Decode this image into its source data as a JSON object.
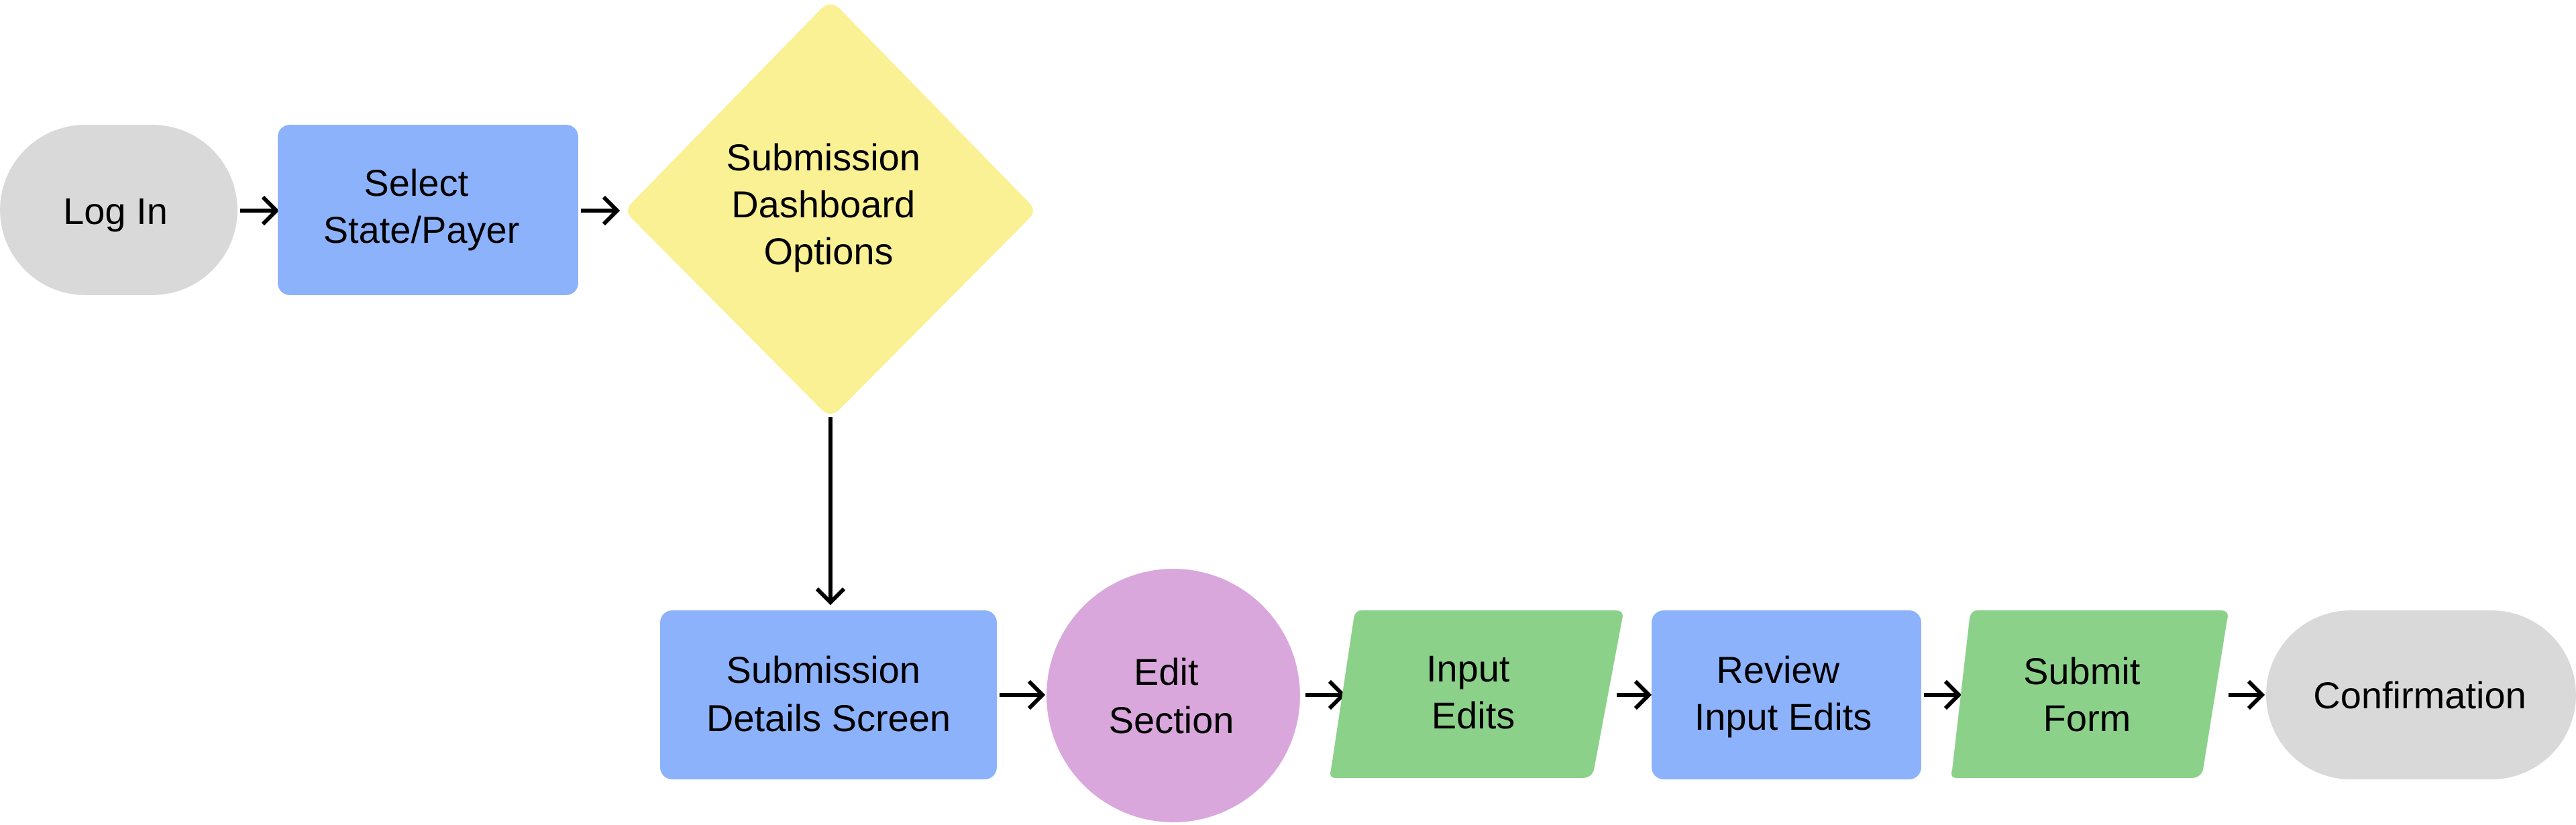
{
  "colors": {
    "terminal": "#d9d9d9",
    "process": "#8cb2fc",
    "decision": "#faf094",
    "input": "#8bd189",
    "section": "#d9a7dc",
    "line": "#000000",
    "text": "#000000"
  },
  "nodes": {
    "log_in": {
      "shape": "terminal",
      "lines": [
        "Log In"
      ]
    },
    "select_state_payer": {
      "shape": "process",
      "lines": [
        "Select",
        "State/Payer"
      ]
    },
    "submission_dashboard_options": {
      "shape": "decision",
      "lines": [
        "Submission",
        "Dashboard",
        "Options"
      ]
    },
    "submission_details_screen": {
      "shape": "process",
      "lines": [
        "Submission",
        "Details Screen"
      ]
    },
    "edit_section": {
      "shape": "section",
      "lines": [
        "Edit",
        "Section"
      ]
    },
    "input_edits": {
      "shape": "input",
      "lines": [
        "Input",
        "Edits"
      ]
    },
    "review_input_edits": {
      "shape": "process",
      "lines": [
        "Review",
        "Input Edits"
      ]
    },
    "submit_form": {
      "shape": "input",
      "lines": [
        "Submit",
        "Form"
      ]
    },
    "confirmation": {
      "shape": "terminal",
      "lines": [
        "Confirmation"
      ]
    }
  },
  "edges": [
    {
      "from": "log_in",
      "to": "select_state_payer"
    },
    {
      "from": "select_state_payer",
      "to": "submission_dashboard_options"
    },
    {
      "from": "submission_dashboard_options",
      "to": "submission_details_screen"
    },
    {
      "from": "submission_details_screen",
      "to": "edit_section"
    },
    {
      "from": "edit_section",
      "to": "input_edits"
    },
    {
      "from": "input_edits",
      "to": "review_input_edits"
    },
    {
      "from": "review_input_edits",
      "to": "submit_form"
    },
    {
      "from": "submit_form",
      "to": "confirmation"
    }
  ]
}
